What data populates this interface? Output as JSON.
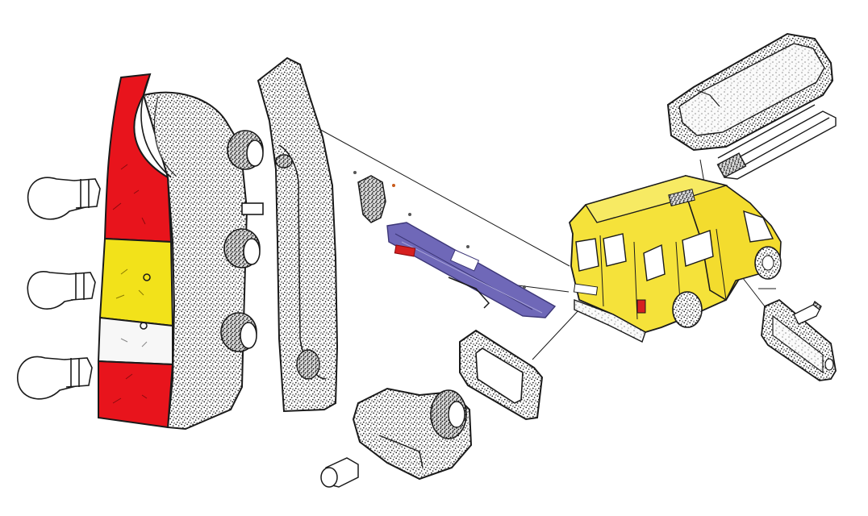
{
  "diagram": {
    "kind": "exploded parts diagram, van rear lighting",
    "colors": {
      "background": "#ffffff",
      "outline": "#1a1a1a",
      "stipple": "#2b2b2b",
      "lamp_red": "#e8141c",
      "lamp_amber": "#f2e21a",
      "lamp_white": "#f7f7f7",
      "van_yellow": "#f5e23a",
      "bracket_blue": "#6f68b8",
      "accent_red": "#d62020"
    },
    "parts": [
      "tail-lamp-assembly",
      "tail-lamp-housing",
      "bulb-top",
      "bulb-middle",
      "bulb-bottom",
      "small-deflector",
      "license-plate-bracket",
      "license-lamp-frame",
      "license-lamp-socket",
      "license-lamp-bulb",
      "roof-lamp",
      "roof-lamp-tubes",
      "interior-lamp-panel",
      "interior-lamp-bulb",
      "van"
    ]
  }
}
